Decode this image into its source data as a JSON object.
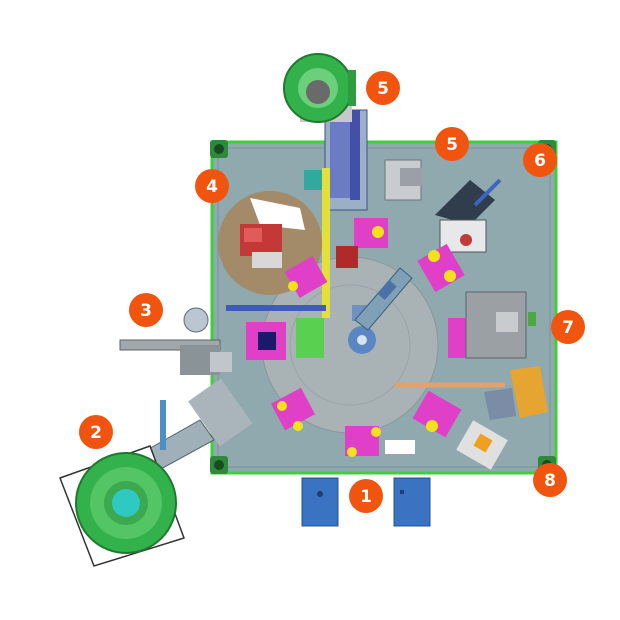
{
  "colors": {
    "table": "#8fa9ae",
    "table_border": "#3fcf3a",
    "turntable": "#a9b3b6",
    "callout": "#f0540e",
    "fixture": "#e040c8",
    "reel": "#33b14a",
    "tray": "#3a73c2",
    "gold_disc": "#a38a68"
  },
  "callouts": [
    {
      "id": "1",
      "label": "1"
    },
    {
      "id": "2",
      "label": "2"
    },
    {
      "id": "3",
      "label": "3"
    },
    {
      "id": "4",
      "label": "4"
    },
    {
      "id": "5a",
      "label": "5"
    },
    {
      "id": "5b",
      "label": "5"
    },
    {
      "id": "6",
      "label": "6"
    },
    {
      "id": "7",
      "label": "7"
    },
    {
      "id": "8",
      "label": "8"
    }
  ]
}
